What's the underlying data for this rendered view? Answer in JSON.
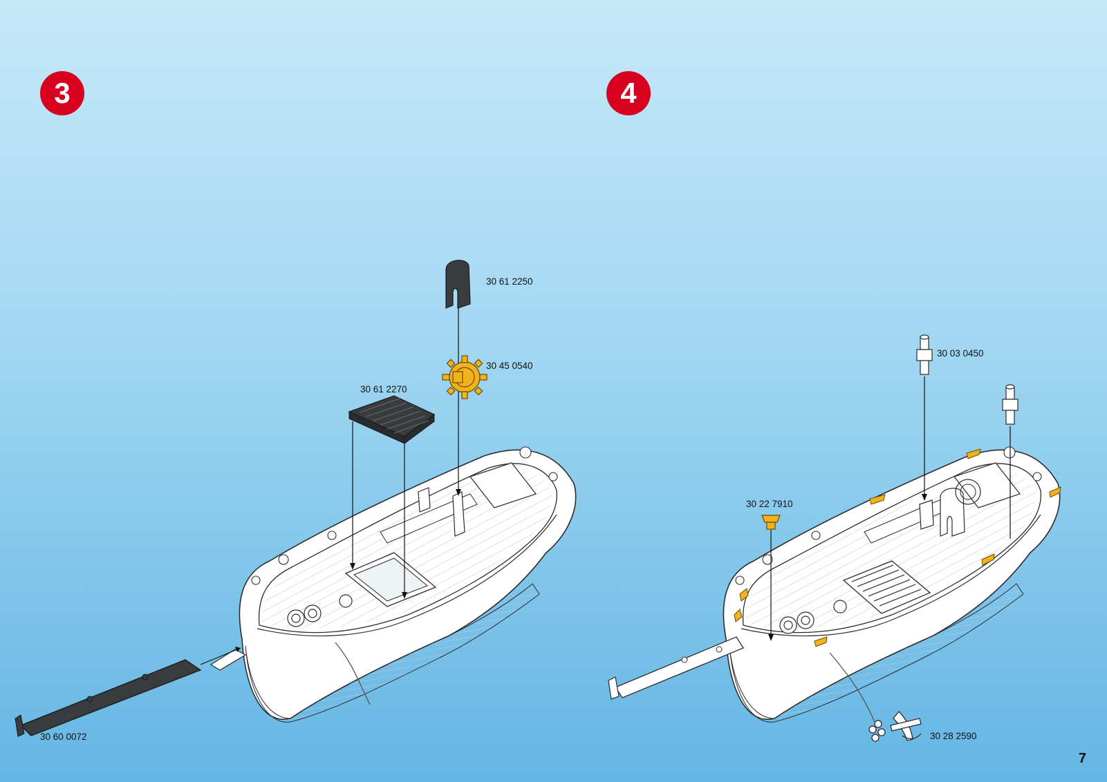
{
  "steps": [
    {
      "number": "3"
    },
    {
      "number": "4"
    }
  ],
  "parts": {
    "step3": {
      "cap": "30 61 2250",
      "wheel": "30 45 0540",
      "grate": "30 61 2270",
      "bowsprit": "30 60 0072"
    },
    "step4": {
      "peg": "30 03 0450",
      "cleat": "30 22 7910",
      "anchor": "30 28 2590"
    }
  },
  "page_number": "7",
  "colors": {
    "badge": "#d8001f",
    "hull": "#ffffff",
    "dark_part": "#3a3b3e",
    "gold_part": "#f1b21d"
  }
}
